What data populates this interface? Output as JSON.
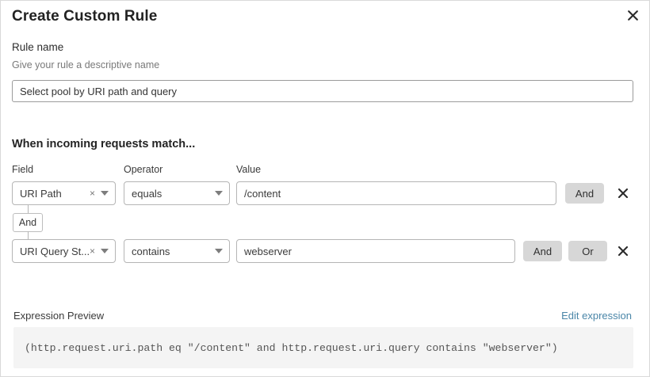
{
  "modal": {
    "title": "Create Custom Rule",
    "close_icon": "close-icon"
  },
  "rule_name": {
    "label": "Rule name",
    "hint": "Give your rule a descriptive name",
    "value": "Select pool by URI path and query",
    "placeholder": "Select pool by URI path and query"
  },
  "conditions": {
    "section_heading": "When incoming requests match...",
    "columns": {
      "field": "Field",
      "operator": "Operator",
      "value": "Value"
    },
    "connector": {
      "label": "And"
    },
    "rows": [
      {
        "field": "URI Path",
        "clear_icon": "×",
        "operator": "equals",
        "value": "/content",
        "buttons": [
          "And"
        ],
        "delete_icon": "✕"
      },
      {
        "field": "URI Query St...",
        "clear_icon": "×",
        "operator": "contains",
        "value": "webserver",
        "buttons": [
          "And",
          "Or"
        ],
        "delete_icon": "✕"
      }
    ]
  },
  "expression": {
    "label": "Expression Preview",
    "edit_link": "Edit expression",
    "code": "(http.request.uri.path eq \"/content\" and http.request.uri.query contains \"webserver\")"
  },
  "colors": {
    "link": "#4a86a8",
    "button_gray": "#d7d7d7",
    "code_bg": "#f4f4f4",
    "border": "#b5b5b5"
  }
}
